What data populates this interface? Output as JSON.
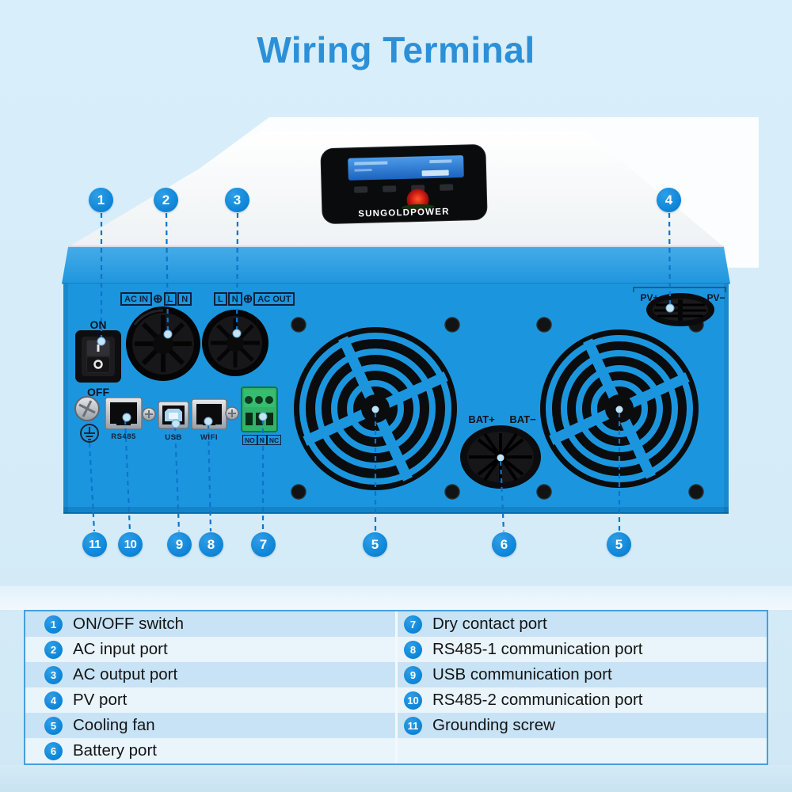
{
  "title": "Wiring Terminal",
  "device": {
    "brand": "SUNGOLDPOWER",
    "labels": {
      "on": "ON",
      "off": "OFF",
      "ac_in": "AC IN",
      "l": "L",
      "n": "N",
      "earth_symbol": "⊕",
      "ac_out": "AC OUT",
      "rs485": "RS485",
      "usb": "USB",
      "wifi": "WIFI",
      "no": "NO",
      "n_mid": "N",
      "nc": "NC",
      "bat_plus": "BAT+",
      "bat_minus": "BAT−",
      "pv_plus": "PV+",
      "pv_minus": "PV−"
    }
  },
  "callouts": {
    "top": [
      {
        "num": "1"
      },
      {
        "num": "2"
      },
      {
        "num": "3"
      },
      {
        "num": "4"
      }
    ],
    "bottom": [
      {
        "num": "11"
      },
      {
        "num": "10"
      },
      {
        "num": "9"
      },
      {
        "num": "8"
      },
      {
        "num": "7"
      },
      {
        "num": "5"
      },
      {
        "num": "6"
      },
      {
        "num": "5"
      }
    ]
  },
  "legend": {
    "left": [
      {
        "num": "1",
        "label": "ON/OFF switch"
      },
      {
        "num": "2",
        "label": "AC input port"
      },
      {
        "num": "3",
        "label": "AC output port"
      },
      {
        "num": "4",
        "label": "PV port"
      },
      {
        "num": "5",
        "label": "Cooling fan"
      },
      {
        "num": "6",
        "label": "Battery port"
      }
    ],
    "right": [
      {
        "num": "7",
        "label": "Dry contact port"
      },
      {
        "num": "8",
        "label": "RS485-1 communication port"
      },
      {
        "num": "9",
        "label": "USB communication port"
      },
      {
        "num": "10",
        "label": "RS485-2 communication port"
      },
      {
        "num": "11",
        "label": "Grounding screw"
      }
    ]
  },
  "colors": {
    "title_blue": "#2B90D8",
    "body_blue": "#1B96DE",
    "callout_blue": "#0B82D6",
    "table_border": "#4A9ED9",
    "row_dark": "#C8E3F5",
    "row_light": "#E9F4FB"
  }
}
